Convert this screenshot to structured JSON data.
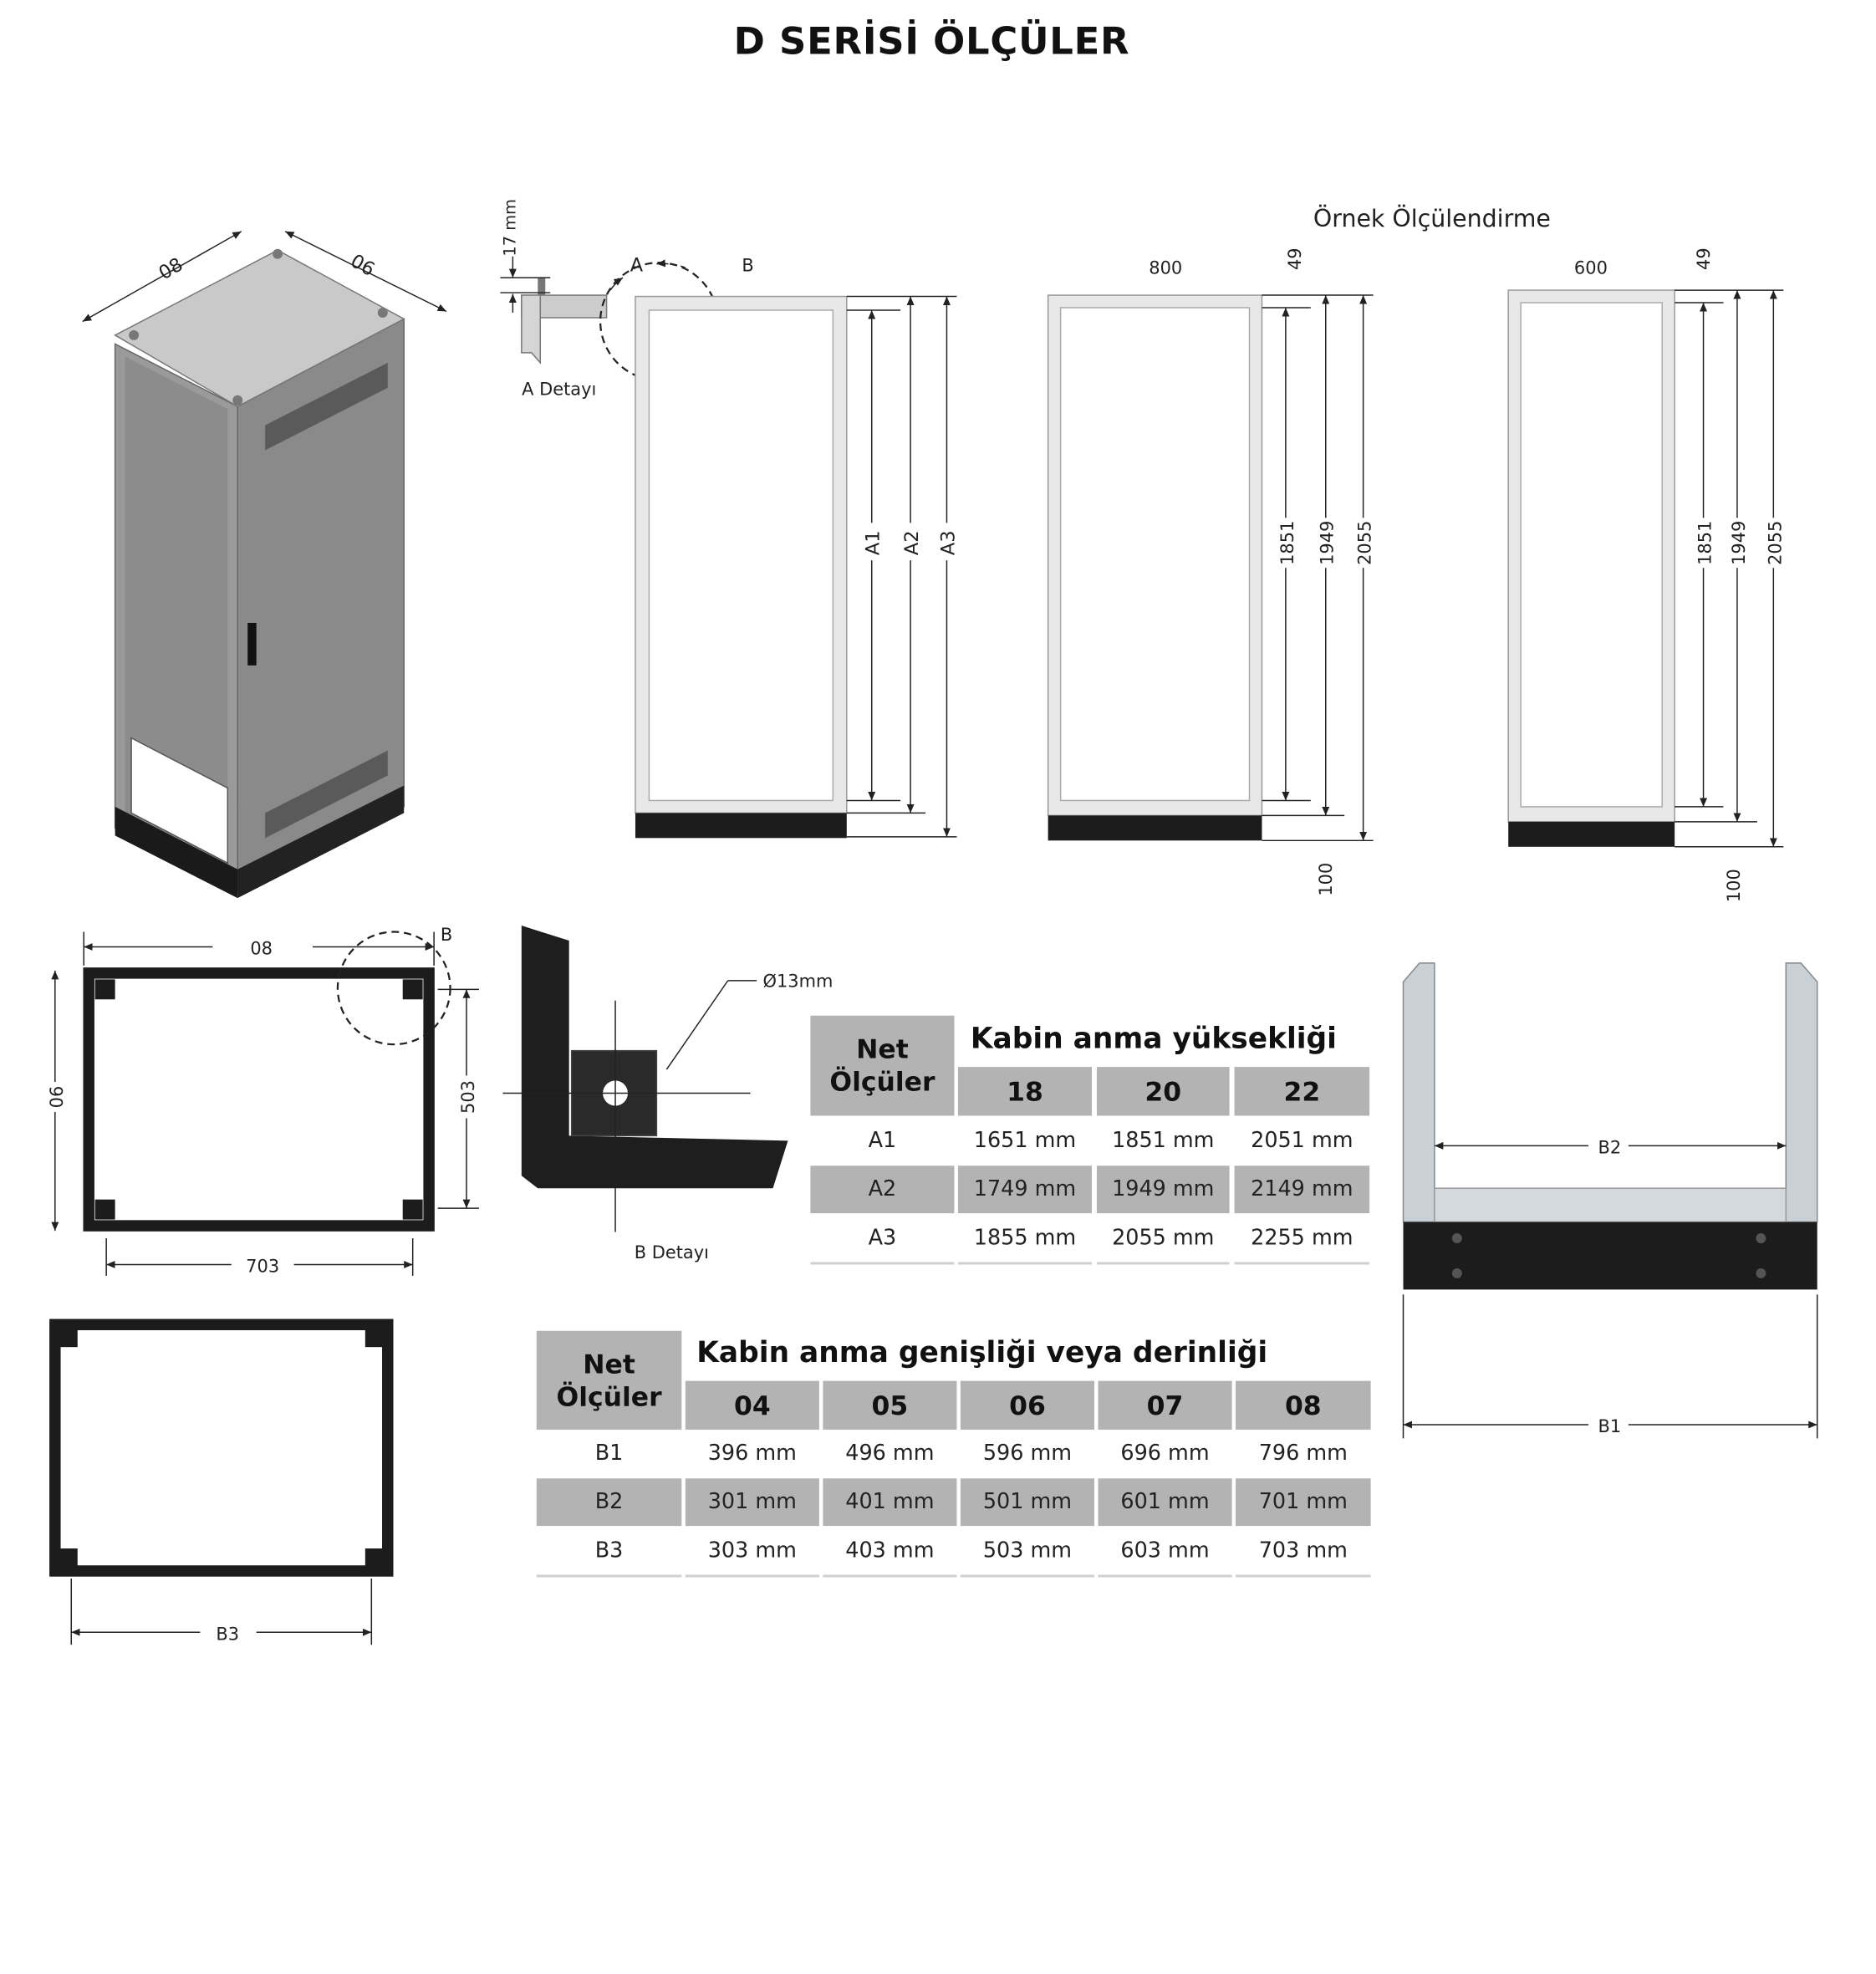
{
  "title": "D SERİSİ ÖLÇÜLER",
  "iso_view": {
    "width_label": "08",
    "depth_label": "06"
  },
  "a_detail": {
    "dim_label": "17 mm",
    "caption": "A Detayı",
    "marker_a": "A",
    "marker_b": "B"
  },
  "frame_generic": {
    "dims": [
      "A1",
      "A2",
      "A3"
    ]
  },
  "example": {
    "caption": "Örnek Ölçülendirme",
    "frame_800": {
      "width": "800",
      "top": "49",
      "dims": [
        "1851",
        "1949",
        "2055"
      ],
      "plinth": "100"
    },
    "frame_600": {
      "width": "600",
      "top": "49",
      "dims": [
        "1851",
        "1949",
        "2055"
      ],
      "plinth": "100"
    }
  },
  "plan_view": {
    "top": "08",
    "left": "06",
    "right": "503",
    "bottom": "703",
    "marker": "B"
  },
  "b_detail": {
    "hole": "Ø13mm",
    "caption": "B Detayı"
  },
  "base_view": {
    "dim": "B3"
  },
  "side_view": {
    "inner": "B2",
    "outer": "B1"
  },
  "table_height": {
    "corner": [
      "Net",
      "Ölçüler"
    ],
    "caption": "Kabin anma yüksekliği",
    "columns": [
      "18",
      "20",
      "22"
    ],
    "rows": [
      {
        "label": "A1",
        "values": [
          "1651 mm",
          "1851 mm",
          "2051 mm"
        ]
      },
      {
        "label": "A2",
        "values": [
          "1749 mm",
          "1949 mm",
          "2149 mm"
        ]
      },
      {
        "label": "A3",
        "values": [
          "1855 mm",
          "2055 mm",
          "2255 mm"
        ]
      }
    ]
  },
  "table_width": {
    "corner": [
      "Net",
      "Ölçüler"
    ],
    "caption": "Kabin anma genişliği veya derinliği",
    "columns": [
      "04",
      "05",
      "06",
      "07",
      "08"
    ],
    "rows": [
      {
        "label": "B1",
        "values": [
          "396 mm",
          "496 mm",
          "596 mm",
          "696 mm",
          "796 mm"
        ]
      },
      {
        "label": "B2",
        "values": [
          "301 mm",
          "401 mm",
          "501 mm",
          "601 mm",
          "701 mm"
        ]
      },
      {
        "label": "B3",
        "values": [
          "303 mm",
          "403 mm",
          "503 mm",
          "603 mm",
          "703 mm"
        ]
      }
    ]
  }
}
